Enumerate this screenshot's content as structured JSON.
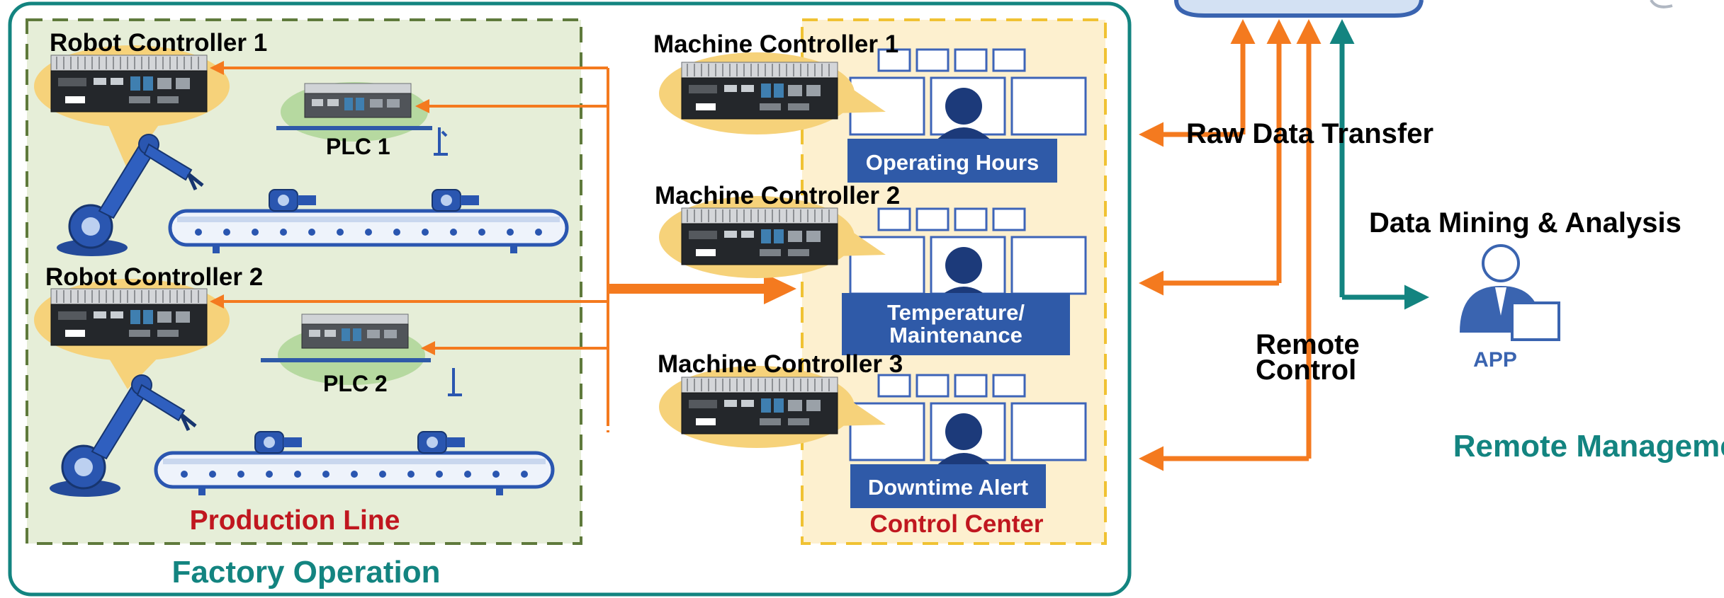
{
  "factory": {
    "title": "Factory Operation",
    "production_line": {
      "title": "Production Line",
      "robot_controllers": [
        "Robot Controller 1",
        "Robot Controller 2"
      ],
      "plcs": [
        "PLC 1",
        "PLC 2"
      ]
    },
    "control_center": {
      "title": "Control Center",
      "machine_controllers": [
        "Machine Controller 1",
        "Machine Controller 2",
        "Machine Controller 3"
      ],
      "status_panels": [
        [
          "Operating Hours"
        ],
        [
          "Temperature/",
          "Maintenance"
        ],
        [
          "Downtime Alert"
        ]
      ]
    }
  },
  "remote": {
    "raw_data_transfer": "Raw Data Transfer",
    "data_mining": "Data Mining & Analysis",
    "remote_control": [
      "Remote",
      "Control"
    ],
    "app": "APP",
    "title": "Remote Management"
  },
  "colors": {
    "teal": "#138480",
    "orange": "#f47a1f",
    "red_title": "#c0171f",
    "panel_blue": "#2f5aa8",
    "app_blue": "#3a64b0",
    "production_bg": "#e6eed8",
    "control_bg": "#fdf0cf",
    "dashed_green": "#5f7a3c",
    "dashed_yellow": "#f0c233",
    "bubble": "#f6d27a",
    "plc_bubble": "#b6d9a0"
  }
}
